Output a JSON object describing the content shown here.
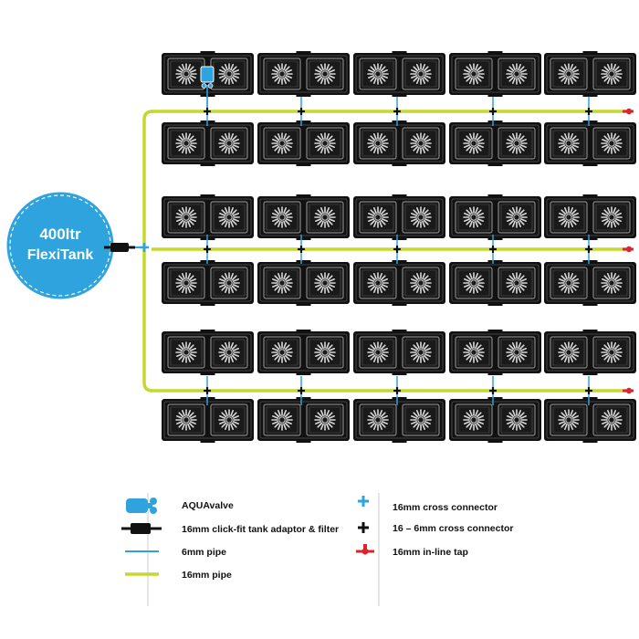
{
  "tank": {
    "line1": "400ltr",
    "line2": "FlexiTank",
    "color": "#2ea3dd"
  },
  "colors": {
    "pipe_16mm": "#c5d82c",
    "pipe_6mm": "#2ea3dd",
    "connector_cross": "#2ea3dd",
    "connector_16_6": "#111111",
    "tap": "#d9262c",
    "tray": "#111111"
  },
  "layout": {
    "rows": 6,
    "columns": 5,
    "plants_per_tray": 2
  },
  "legend": {
    "aquavalve": "AQUAvalve",
    "adaptor": "16mm click-fit tank adaptor & filter",
    "pipe6": "6mm pipe",
    "pipe16": "16mm pipe",
    "cross16": "16mm cross connector",
    "cross16_6": "16 – 6mm cross connector",
    "tap": "16mm in-line tap"
  },
  "icons": [
    "aquavalve-icon",
    "adaptor-icon",
    "pipe-6mm-icon",
    "pipe-16mm-icon",
    "cross-connector-icon",
    "reducer-cross-icon",
    "tap-icon"
  ]
}
